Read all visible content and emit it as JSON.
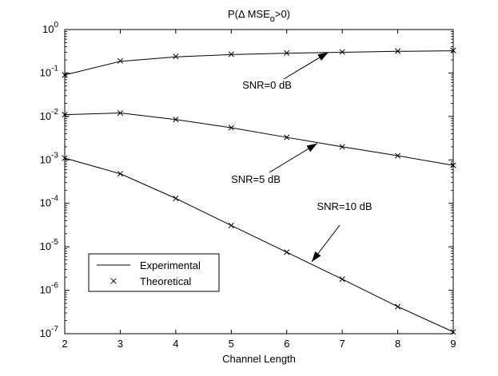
{
  "chart_data": {
    "type": "line",
    "title": "P(Δ MSE",
    "title_subscript": "o",
    "title_suffix": ">0)",
    "xlabel": "Channel Length",
    "ylabel": "",
    "xlim": [
      2,
      9
    ],
    "ylim": [
      1e-07,
      1
    ],
    "yscale": "log",
    "grid": false,
    "legend_position": "lower-left",
    "x_ticks": [
      "2",
      "3",
      "4",
      "5",
      "6",
      "7",
      "8",
      "9"
    ],
    "y_ticks": [
      {
        "base": "10",
        "exp": "0"
      },
      {
        "base": "10",
        "exp": "-1"
      },
      {
        "base": "10",
        "exp": "-2"
      },
      {
        "base": "10",
        "exp": "-3"
      },
      {
        "base": "10",
        "exp": "-4"
      },
      {
        "base": "10",
        "exp": "-5"
      },
      {
        "base": "10",
        "exp": "-6"
      },
      {
        "base": "10",
        "exp": "-7"
      }
    ],
    "legend": [
      {
        "label": "Experimental",
        "marker": "line"
      },
      {
        "label": "Theoretical",
        "marker": "x"
      }
    ],
    "series": [
      {
        "group": "SNR=0 dB",
        "x": [
          2,
          3,
          4,
          5,
          6,
          7,
          8,
          9
        ],
        "experimental": [
          0.09,
          0.185,
          0.235,
          0.265,
          0.285,
          0.3,
          0.315,
          0.325
        ],
        "theoretical": [
          0.09,
          0.19,
          0.24,
          0.27,
          0.29,
          0.305,
          0.318,
          0.33
        ]
      },
      {
        "group": "SNR=5 dB",
        "x": [
          2,
          3,
          4,
          5,
          6,
          7,
          8,
          9
        ],
        "experimental": [
          0.011,
          0.012,
          0.0085,
          0.0055,
          0.0033,
          0.002,
          0.00125,
          0.00075
        ],
        "theoretical": [
          0.011,
          0.012,
          0.0085,
          0.0055,
          0.0033,
          0.002,
          0.00125,
          0.00075
        ]
      },
      {
        "group": "SNR=10 dB",
        "x": [
          2,
          3,
          4,
          5,
          6,
          7,
          8,
          9
        ],
        "experimental": [
          0.0011,
          0.00048,
          0.00013,
          3.1e-05,
          7.5e-06,
          1.8e-06,
          4.2e-07,
          1.1e-07
        ],
        "theoretical": [
          0.0011,
          0.00048,
          0.00013,
          3.1e-05,
          7.5e-06,
          1.8e-06,
          4.2e-07,
          1.1e-07
        ]
      }
    ],
    "annotations": [
      {
        "text": "SNR=0 dB",
        "tip": [
          6.75,
          0.3
        ]
      },
      {
        "text": "SNR=5 dB",
        "tip": [
          6.55,
          0.0024
        ]
      },
      {
        "text": "SNR=10 dB",
        "tip": [
          6.45,
          4.5e-06
        ]
      }
    ]
  }
}
